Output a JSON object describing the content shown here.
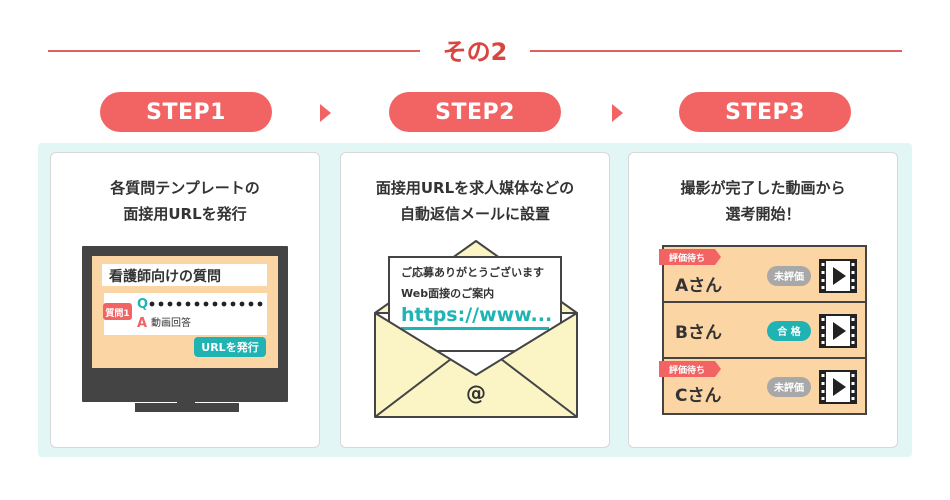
{
  "heading": "その2",
  "steps": [
    {
      "label": "STEP1",
      "lines": [
        "各質問テンプレートの",
        "面接用URLを発行"
      ],
      "monitor": {
        "title": "看護師向けの質問",
        "badge": "質問1",
        "q": "Q",
        "a": "A",
        "answer": "動画回答",
        "button": "URLを発行"
      }
    },
    {
      "label": "STEP2",
      "lines": [
        "面接用URLを求人媒体などの",
        "自動返信メールに設置"
      ],
      "letter": {
        "line1": "ご応募ありがとうございます",
        "line2": "Web面接のご案内",
        "url": "https://www...",
        "at": "@"
      }
    },
    {
      "label": "STEP3",
      "lines": [
        "撮影が完了した動画から",
        "選考開始！"
      ],
      "candidates": [
        {
          "tag": "評価待ち",
          "name": "Aさん",
          "status": "未評価",
          "passed": false
        },
        {
          "tag": "",
          "name": "Bさん",
          "status": "合 格",
          "passed": true
        },
        {
          "tag": "評価待ち",
          "name": "Cさん",
          "status": "未評価",
          "passed": false
        }
      ]
    }
  ],
  "colors": {
    "accent": "#f26363",
    "heading": "#d9453f",
    "panel": "#e3f6f6",
    "teal": "#1fb3b3",
    "peach": "#fcd5a5",
    "envelope": "#fbf5c6",
    "gray_badge": "#a8a8a8"
  }
}
